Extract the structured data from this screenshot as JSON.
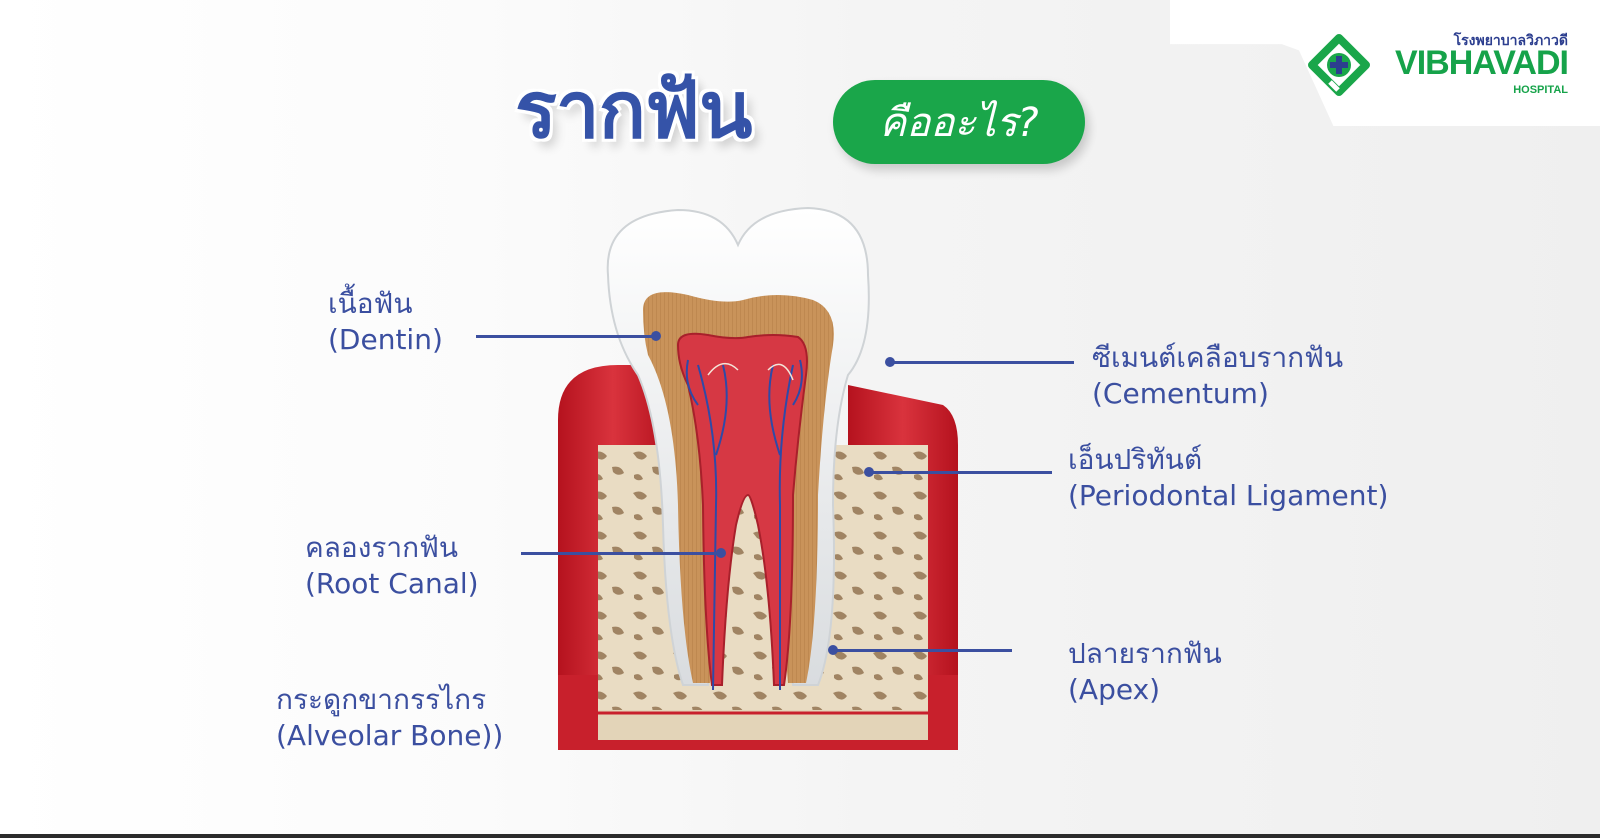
{
  "brand": {
    "thai_name": "โรงพยาบาลวิภาวดี",
    "name": "VIBHAVADI",
    "subtitle": "HOSPITAL",
    "logo_icon": "diamond-cross-icon",
    "colors": {
      "green": "#1aa64a",
      "navy": "#2c3e8f"
    }
  },
  "title": {
    "main": "รากฟัน",
    "pill": "คืออะไร?",
    "colors": {
      "main": "#3553a8",
      "pill_bg": "#1aa64a",
      "pill_text": "#ffffff"
    }
  },
  "illustration": {
    "subject": "tooth-cross-section",
    "description": "Cross-section of a molar embedded in gum and alveolar bone"
  },
  "labels": {
    "dentin": {
      "th": "เนื้อฟัน",
      "en": "(Dentin)"
    },
    "cementum": {
      "th": "ซีเมนต์เคลือบรากฟัน",
      "en": "(Cementum)"
    },
    "periodontal": {
      "th": "เอ็นปริทันต์",
      "en": "(Periodontal Ligament)"
    },
    "root_canal": {
      "th": "คลองรากฟัน",
      "en": "(Root Canal)"
    },
    "apex": {
      "th": "ปลายรากฟัน",
      "en": "(Apex)"
    },
    "alveolar": {
      "th": "กระดูกขากรรไกร",
      "en": "(Alveolar Bone))"
    }
  },
  "colors": {
    "label": "#3b4fa0",
    "gum": "#c8202c",
    "bone": "#e8dcc4",
    "dentin": "#c9965a",
    "enamel": "#e9ecef",
    "pulp": "#d9404c"
  }
}
